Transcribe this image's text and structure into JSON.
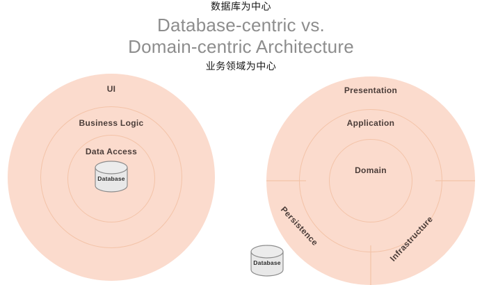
{
  "title": {
    "line1": "Database-centric vs.",
    "line2": "Domain-centric Architecture",
    "color": "#8d8d8d"
  },
  "annotations": {
    "top_cn": "数据库为中心",
    "bottom_cn": "业务领域为中心",
    "color": "#141414"
  },
  "colors": {
    "ring_fill": "#fbdbcd",
    "ring_stroke": "#f3c3a8",
    "divider": "#f6cdb6",
    "label_text": "#4a3c38",
    "cylinder_fill": "#e8e8e8",
    "cylinder_stroke": "#8c8c8c",
    "background": "#ffffff"
  },
  "left_diagram": {
    "name": "database-centric-architecture",
    "layers": [
      {
        "label": "UI"
      },
      {
        "label": "Business Logic"
      },
      {
        "label": "Data Access"
      }
    ],
    "cylinder": {
      "label": "Database"
    }
  },
  "right_diagram": {
    "name": "domain-centric-architecture",
    "layers": [
      {
        "label": "Presentation"
      },
      {
        "label": "Application"
      },
      {
        "label": "Domain"
      }
    ],
    "segments": [
      {
        "label": "Persistence"
      },
      {
        "label": "Infrastructure"
      }
    ]
  },
  "external_cylinder": {
    "label": "Database"
  }
}
